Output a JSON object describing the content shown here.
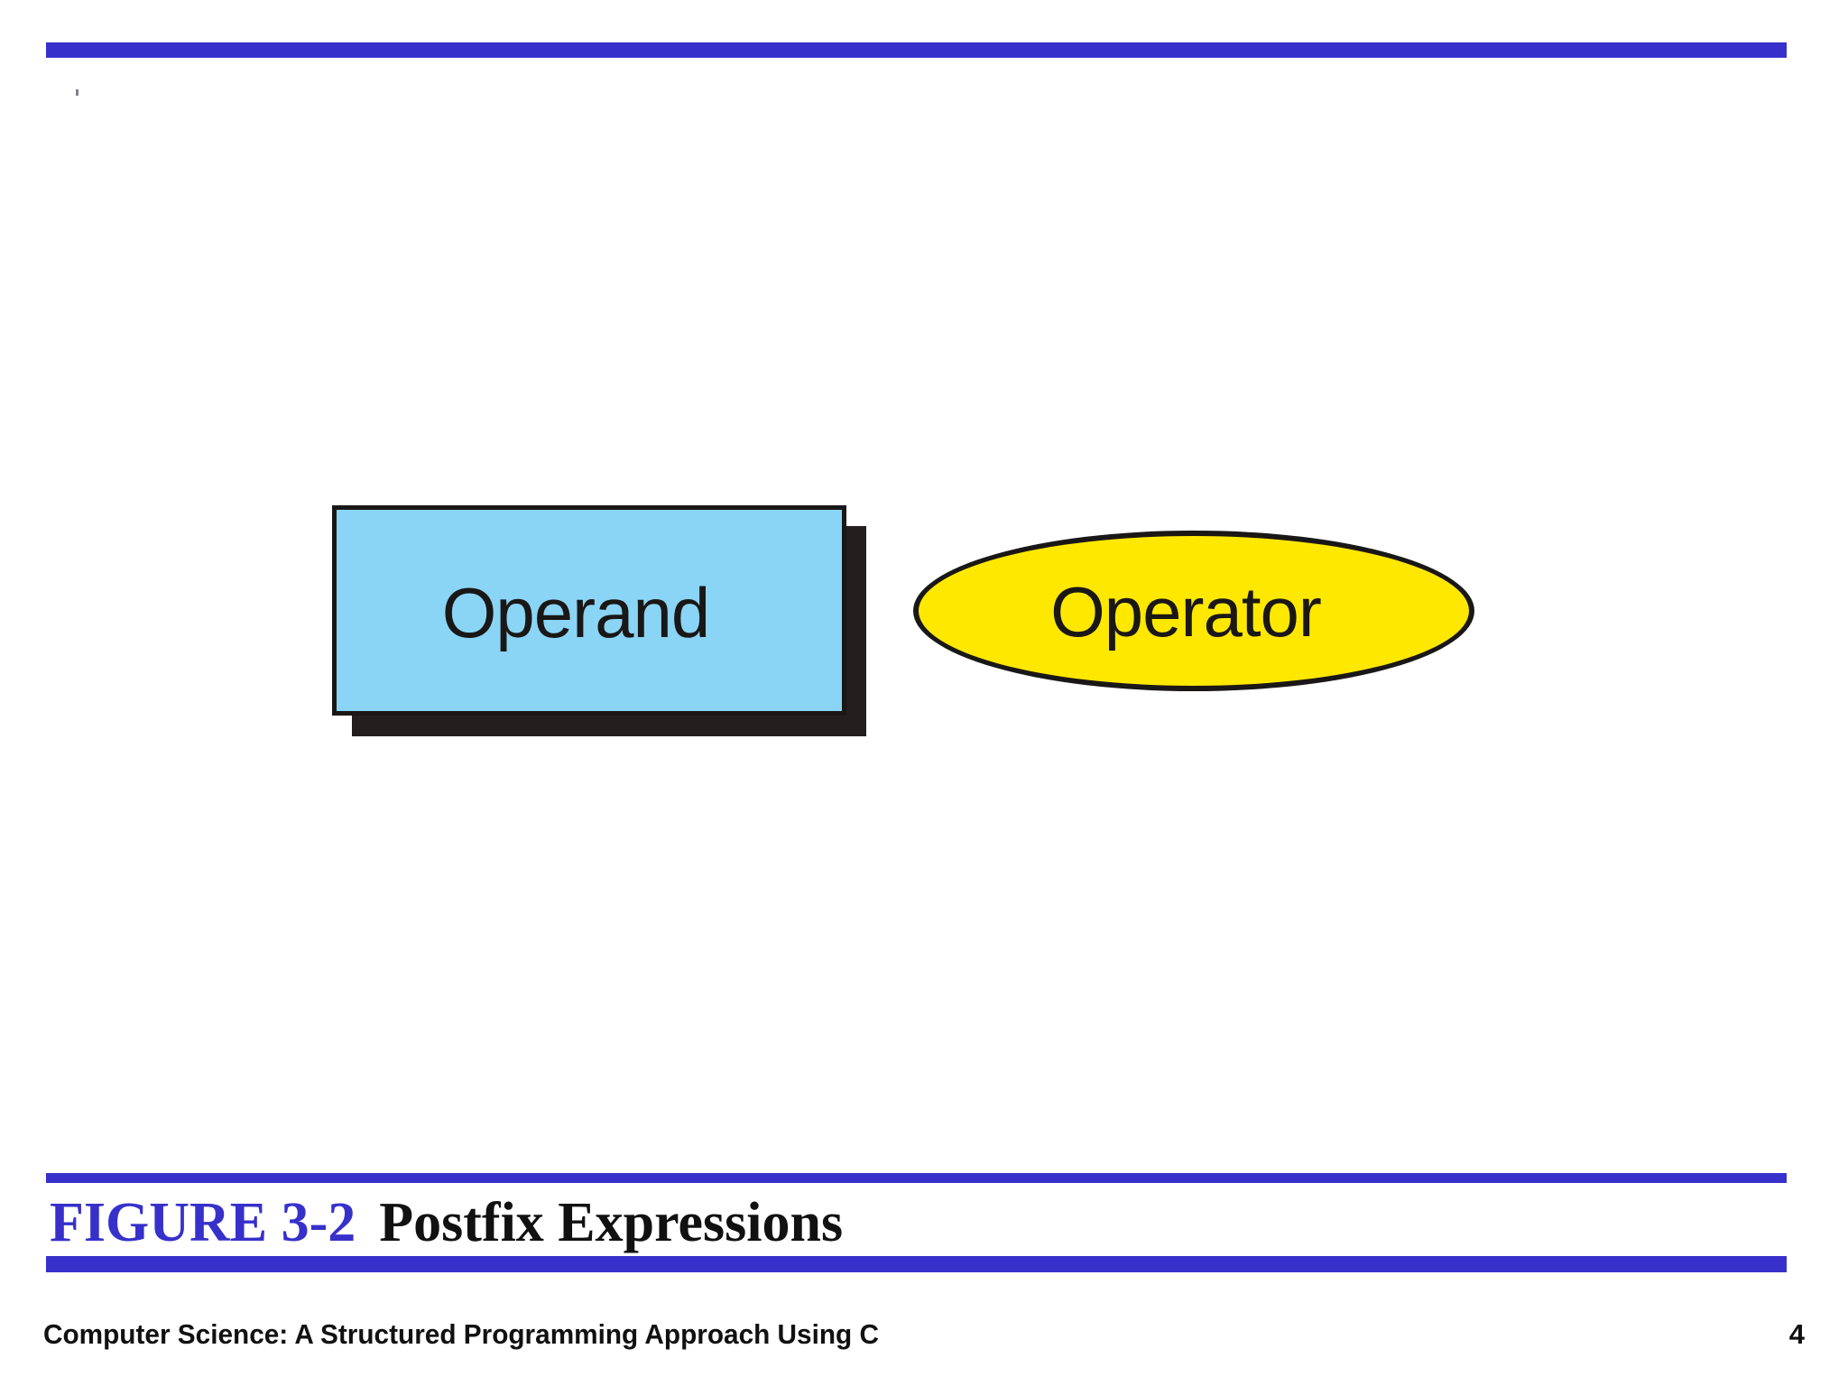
{
  "slide": {
    "accent_color": "#3730CB",
    "background_color": "#FFFFFF"
  },
  "diagram": {
    "type": "shape-legend",
    "shapes": [
      {
        "id": "operand",
        "shape": "rectangle",
        "label": "Operand",
        "fill": "#8AD5F5",
        "stroke": "#1A1717",
        "has_shadow": true
      },
      {
        "id": "operator",
        "shape": "ellipse",
        "label": "Operator",
        "fill": "#FFE800",
        "stroke": "#1A1717",
        "has_shadow": false
      }
    ]
  },
  "caption": {
    "figure_number": "FIGURE 3-2",
    "figure_title": "Postfix Expressions",
    "number_color": "#3730CB",
    "title_color": "#111111"
  },
  "footer": {
    "book_title": "Computer Science: A Structured Programming Approach Using C",
    "page_number": "4"
  }
}
